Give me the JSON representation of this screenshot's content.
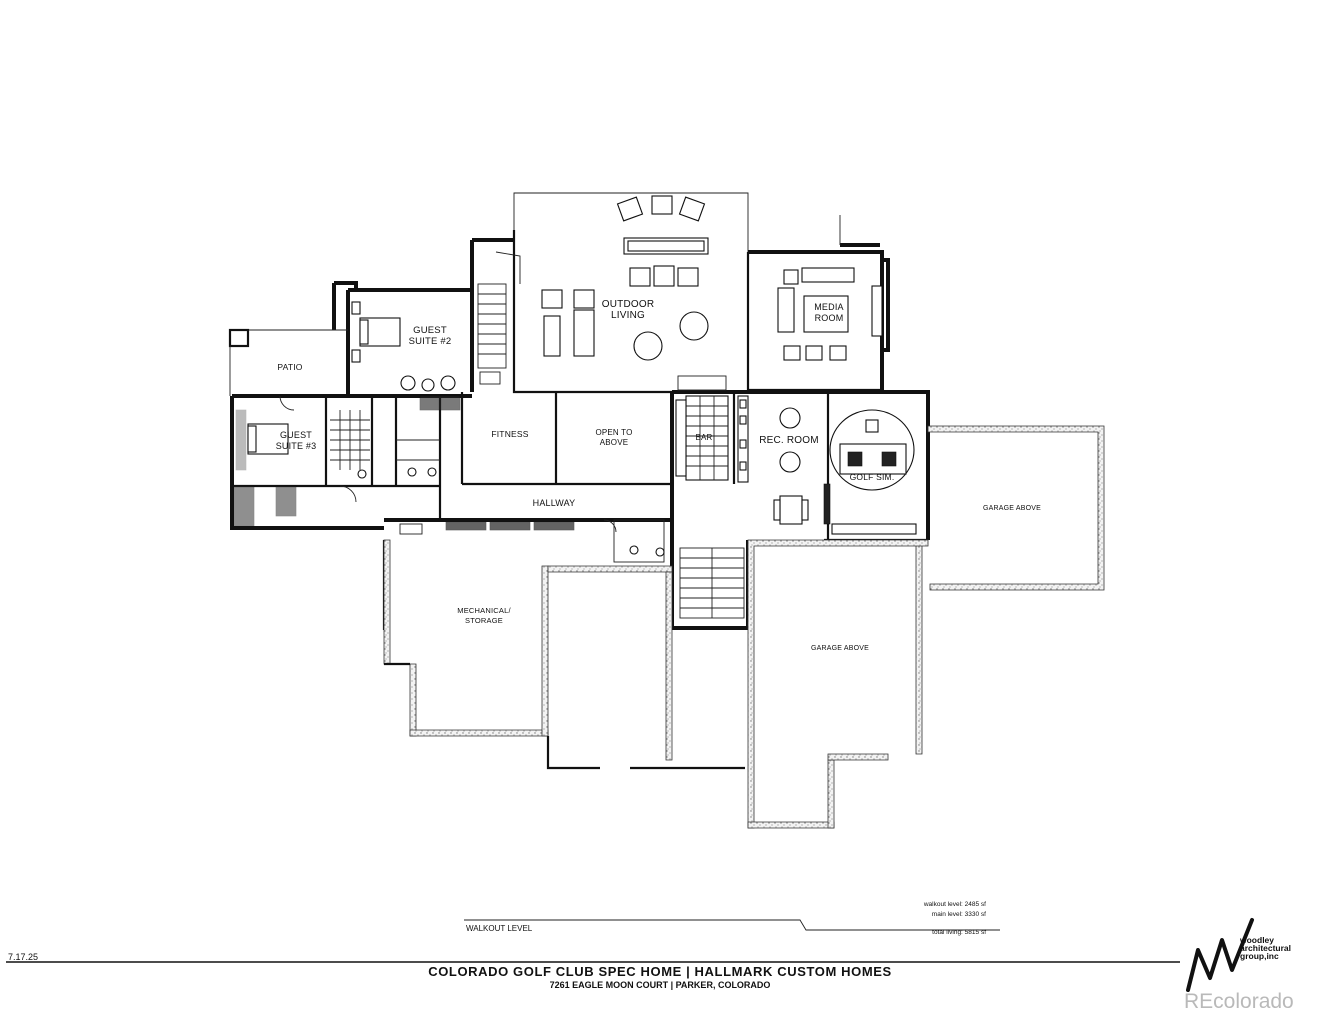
{
  "rooms": {
    "outdoor_living": {
      "line1": "OUTDOOR",
      "line2": "LIVING"
    },
    "guest_suite_2": {
      "line1": "GUEST",
      "line2": "SUITE #2"
    },
    "patio": "PATIO",
    "media_room": {
      "line1": "MEDIA",
      "line2": "ROOM"
    },
    "guest_suite_3": {
      "line1": "GUEST",
      "line2": "SUITE #3"
    },
    "fitness": "FITNESS",
    "open_to_above": {
      "line1": "OPEN TO",
      "line2": "ABOVE"
    },
    "bar": "BAR",
    "rec_room": "REC. ROOM",
    "golf_sim": "GOLF SIM.",
    "hallway": "HALLWAY",
    "garage_above_east": "GARAGE ABOVE",
    "mechanical": {
      "line1": "MECHANICAL/",
      "line2": "STORAGE"
    },
    "garage_above_south": "GARAGE ABOVE"
  },
  "footer": {
    "date": "7.17.25",
    "level_label": "WALKOUT LEVEL",
    "title": "COLORADO GOLF CLUB SPEC HOME | HALLMARK CUSTOM HOMES",
    "address": "7261 EAGLE MOON COURT | PARKER, COLORADO",
    "walkout_level": "walkout level: 2485 sf",
    "main_level": "main level: 3330 sf",
    "total_living": "total living: 5815 sf"
  },
  "branding": {
    "architect_line1": "woodley",
    "architect_line2": "architectural",
    "architect_line3": "group,inc",
    "watermark": "REcolorado"
  },
  "colors": {
    "line": "#111111",
    "watermark": "#b9b9b9",
    "background": "#ffffff"
  }
}
